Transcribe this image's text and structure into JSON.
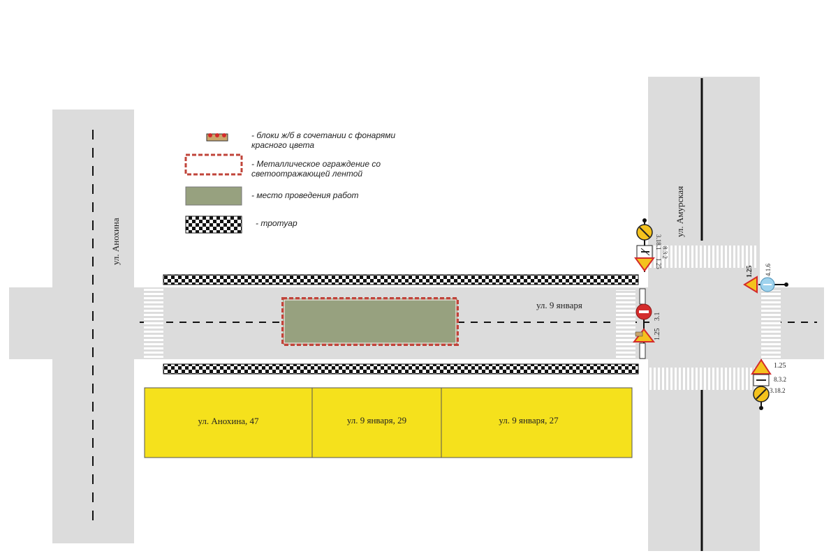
{
  "legend": {
    "blocks": "- блоки ж/б в сочетании с фонарями красного цвета",
    "fence": "- Металлическое ограждение со светоотражающей лентой",
    "worksite": "- место проведения работ",
    "sidewalk": "- тротуар"
  },
  "streets": {
    "anokhina": "ул. Анохина",
    "amurskaya": "ул. Амурская",
    "yanvarya": "ул. 9 января"
  },
  "buildings": [
    "ул. Анохина, 47",
    "ул. 9 января, 29",
    "ул. 9 января, 27"
  ],
  "signs": {
    "nw_group": [
      "3.18.1",
      "8.3.2",
      "1.25"
    ],
    "ne_group": [
      "1.25",
      "4.1.6"
    ],
    "se_group": [
      "1.25",
      "8.3.2",
      "3.18.2"
    ],
    "entry_group": [
      "3.1",
      "1.25"
    ]
  },
  "colors": {
    "road": "#dcdcdc",
    "worksite": "#97a17f",
    "building": "#f5e11c",
    "fence": "#c0443a",
    "sign_yellow": "#f4c21d",
    "sign_red": "#d42b2b",
    "sign_blue": "#9fd3ee"
  }
}
